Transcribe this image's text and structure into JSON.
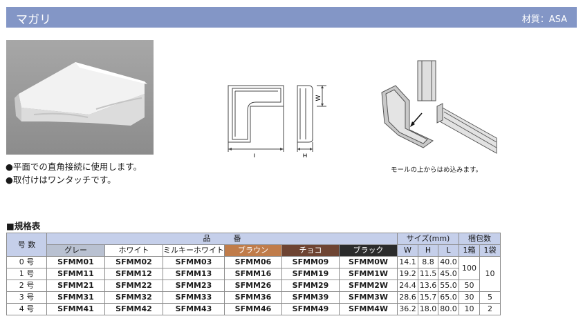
{
  "header": {
    "title": "マガリ",
    "material": "材質：ASA"
  },
  "bullets": [
    "●平面での直角接続に使用します。",
    "●取付けはワンタッチです。"
  ],
  "dim_labels": {
    "w": "W",
    "l": "L",
    "h": "H"
  },
  "caption": "モールの上からはめ込みます。",
  "section_title": "■規格表",
  "table": {
    "h_number": "号 数",
    "h_product": "品　　　番",
    "h_size": "サイズ(mm)",
    "h_pack": "梱包数",
    "colors": [
      "グレー",
      "ホワイト",
      "ミルキーホワイト",
      "ブラウン",
      "チョコ",
      "ブラック"
    ],
    "size_cols": [
      "W",
      "H",
      "L"
    ],
    "pack_cols": [
      "1箱",
      "1袋"
    ],
    "rows": [
      {
        "num": "0 号",
        "codes": [
          "SFMM01",
          "SFMM02",
          "SFMM03",
          "SFMM06",
          "SFMM09",
          "SFMM0W"
        ],
        "w": "14.1",
        "h": "8.8",
        "l": "40.0"
      },
      {
        "num": "1 号",
        "codes": [
          "SFMM11",
          "SFMM12",
          "SFMM13",
          "SFMM16",
          "SFMM19",
          "SFMM1W"
        ],
        "w": "19.2",
        "h": "11.5",
        "l": "45.0"
      },
      {
        "num": "2 号",
        "codes": [
          "SFMM21",
          "SFMM22",
          "SFMM23",
          "SFMM26",
          "SFMM29",
          "SFMM2W"
        ],
        "w": "24.4",
        "h": "13.6",
        "l": "55.0"
      },
      {
        "num": "3 号",
        "codes": [
          "SFMM31",
          "SFMM32",
          "SFMM33",
          "SFMM36",
          "SFMM39",
          "SFMM3W"
        ],
        "w": "28.6",
        "h": "15.7",
        "l": "65.0"
      },
      {
        "num": "4 号",
        "codes": [
          "SFMM41",
          "SFMM42",
          "SFMM43",
          "SFMM46",
          "SFMM49",
          "SFMM4W"
        ],
        "w": "36.2",
        "h": "18.0",
        "l": "80.0"
      }
    ],
    "box_01": "100",
    "bag_012": "10",
    "box_2": "50",
    "box_3": "30",
    "bag_3": "5",
    "box_4": "10",
    "bag_4": "2"
  }
}
